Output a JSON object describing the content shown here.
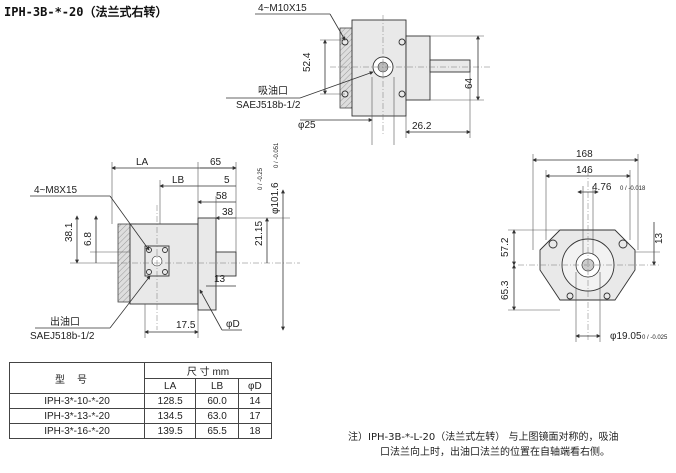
{
  "title": "IPH-3B-*-20（法兰式右转）",
  "views": {
    "top": {
      "bolts": "4~M10X15",
      "dim_height": "52.4",
      "dim_right": "64",
      "port_label": "吸油口",
      "port_spec": "SAEJ518b-1/2",
      "dia": "φ25",
      "dim_shaft": "26.2"
    },
    "side": {
      "la": "LA",
      "lb": "LB",
      "d65": "65",
      "d5": "5",
      "d58": "58",
      "d38": "38",
      "d21": "21.15",
      "d21_tol": "0 / -0.25",
      "d101": "φ101.6",
      "d101_tol": "0 / -0.051",
      "bolts": "4~M8X15",
      "d38_1": "38.1",
      "d6_8": "6.8",
      "d13": "13",
      "d17_5": "17.5",
      "dia_d": "φD",
      "port_label": "出油口",
      "port_spec": "SAEJ518b-1/2"
    },
    "front": {
      "d168": "168",
      "d146": "146",
      "d4_76": "4.76",
      "d4_76_tol": "0 / -0.018",
      "d57_2": "57.2",
      "d65_3": "65.3",
      "d13": "13",
      "d19_05": "φ19.05",
      "d19_05_tol": "0 / -0.025"
    }
  },
  "table": {
    "model_header": "型号",
    "dims_header": "尺 寸 mm",
    "columns": [
      "LA",
      "LB",
      "φD"
    ],
    "rows": [
      {
        "model": "IPH-3*-10-*-20",
        "la": "128.5",
        "lb": "60.0",
        "d": "14"
      },
      {
        "model": "IPH-3*-13-*-20",
        "la": "134.5",
        "lb": "63.0",
        "d": "17"
      },
      {
        "model": "IPH-3*-16-*-20",
        "la": "139.5",
        "lb": "65.5",
        "d": "18"
      }
    ]
  },
  "note": {
    "line1": "注）IPH-3B-*-L-20（法兰式左转） 与上图镜面对称的，吸油",
    "line2": "口法兰向上时，出油口法兰的位置在自轴端看右侧。"
  }
}
